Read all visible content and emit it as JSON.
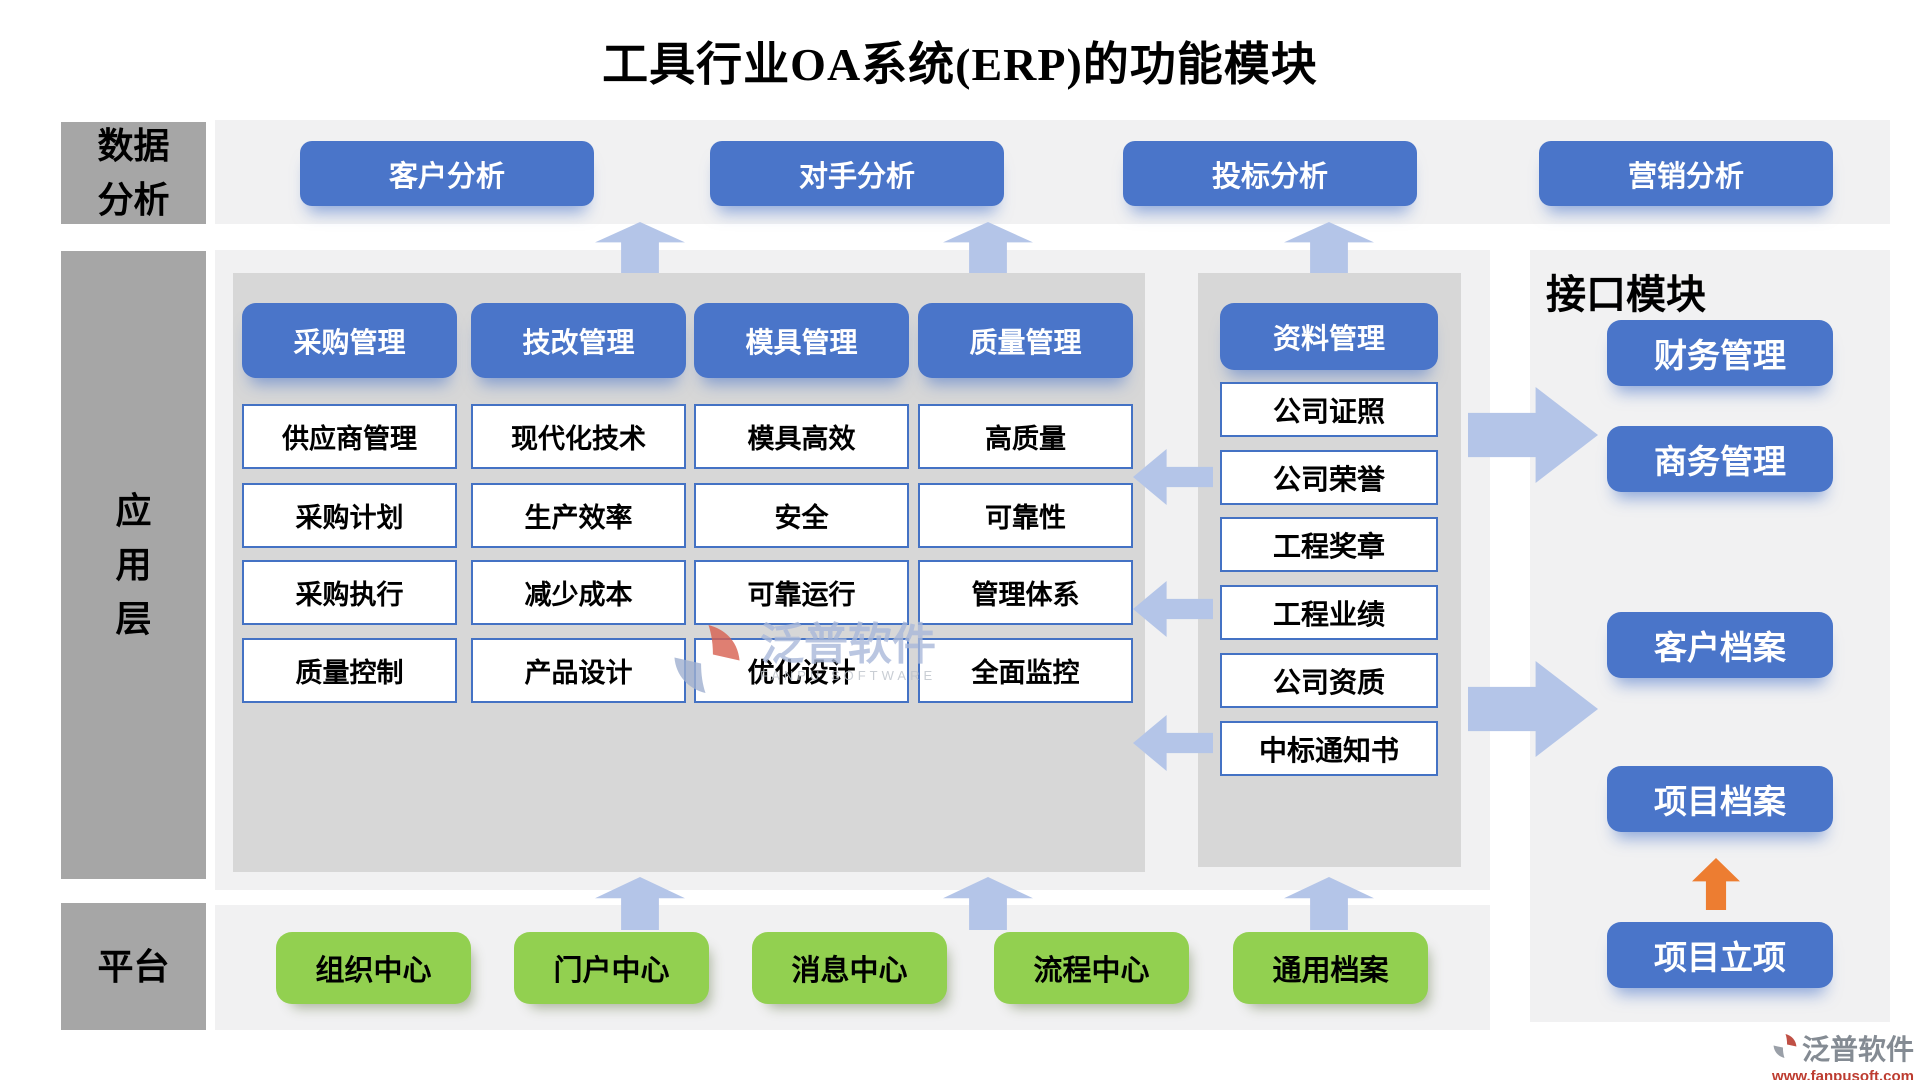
{
  "title": "工具行业OA系统(ERP)的功能模块",
  "sidebar": {
    "blocks": [
      {
        "label": "数据分析"
      },
      {
        "label": "应用层"
      },
      {
        "label": "平台"
      }
    ]
  },
  "analysis_row": {
    "buttons": [
      {
        "label": "客户分析"
      },
      {
        "label": "对手分析"
      },
      {
        "label": "投标分析"
      },
      {
        "label": "营销分析"
      }
    ]
  },
  "app_layer": {
    "columns": [
      {
        "header": "采购管理",
        "cells": [
          "供应商管理",
          "采购计划",
          "采购执行",
          "质量控制"
        ]
      },
      {
        "header": "技改管理",
        "cells": [
          "现代化技术",
          "生产效率",
          "减少成本",
          "产品设计"
        ]
      },
      {
        "header": "模具管理",
        "cells": [
          "模具高效",
          "安全",
          "可靠运行",
          "优化设计"
        ]
      },
      {
        "header": "质量管理",
        "cells": [
          "高质量",
          "可靠性",
          "管理体系",
          "全面监控"
        ]
      }
    ],
    "data_panel": {
      "header": "资料管理",
      "cells": [
        "公司证照",
        "公司荣誉",
        "工程奖章",
        "工程业绩",
        "公司资质",
        "中标通知书"
      ]
    }
  },
  "interface_module": {
    "title": "接口模块",
    "buttons": [
      {
        "label": "财务管理"
      },
      {
        "label": "商务管理"
      },
      {
        "label": "客户档案"
      },
      {
        "label": "项目档案"
      },
      {
        "label": "项目立项"
      }
    ]
  },
  "platform_row": {
    "buttons": [
      {
        "label": "组织中心"
      },
      {
        "label": "门户中心"
      },
      {
        "label": "消息中心"
      },
      {
        "label": "流程中心"
      },
      {
        "label": "通用档案"
      }
    ]
  },
  "watermarks": {
    "center": {
      "name": "泛普软件",
      "sub": "FANPU SOFTWARE"
    },
    "corner": {
      "name": "泛普软件",
      "url": "www.fanpusoft.com"
    }
  },
  "colors": {
    "primary_blue": "#4a75c9",
    "border_blue": "#4472c4",
    "arrow_blue": "#b4c5e8",
    "green": "#92d050",
    "orange": "#ed7d31",
    "panel_gray": "#d7d7d7",
    "sidebar_gray": "#a6a6a6",
    "strip_gray": "#f1f1f2"
  }
}
